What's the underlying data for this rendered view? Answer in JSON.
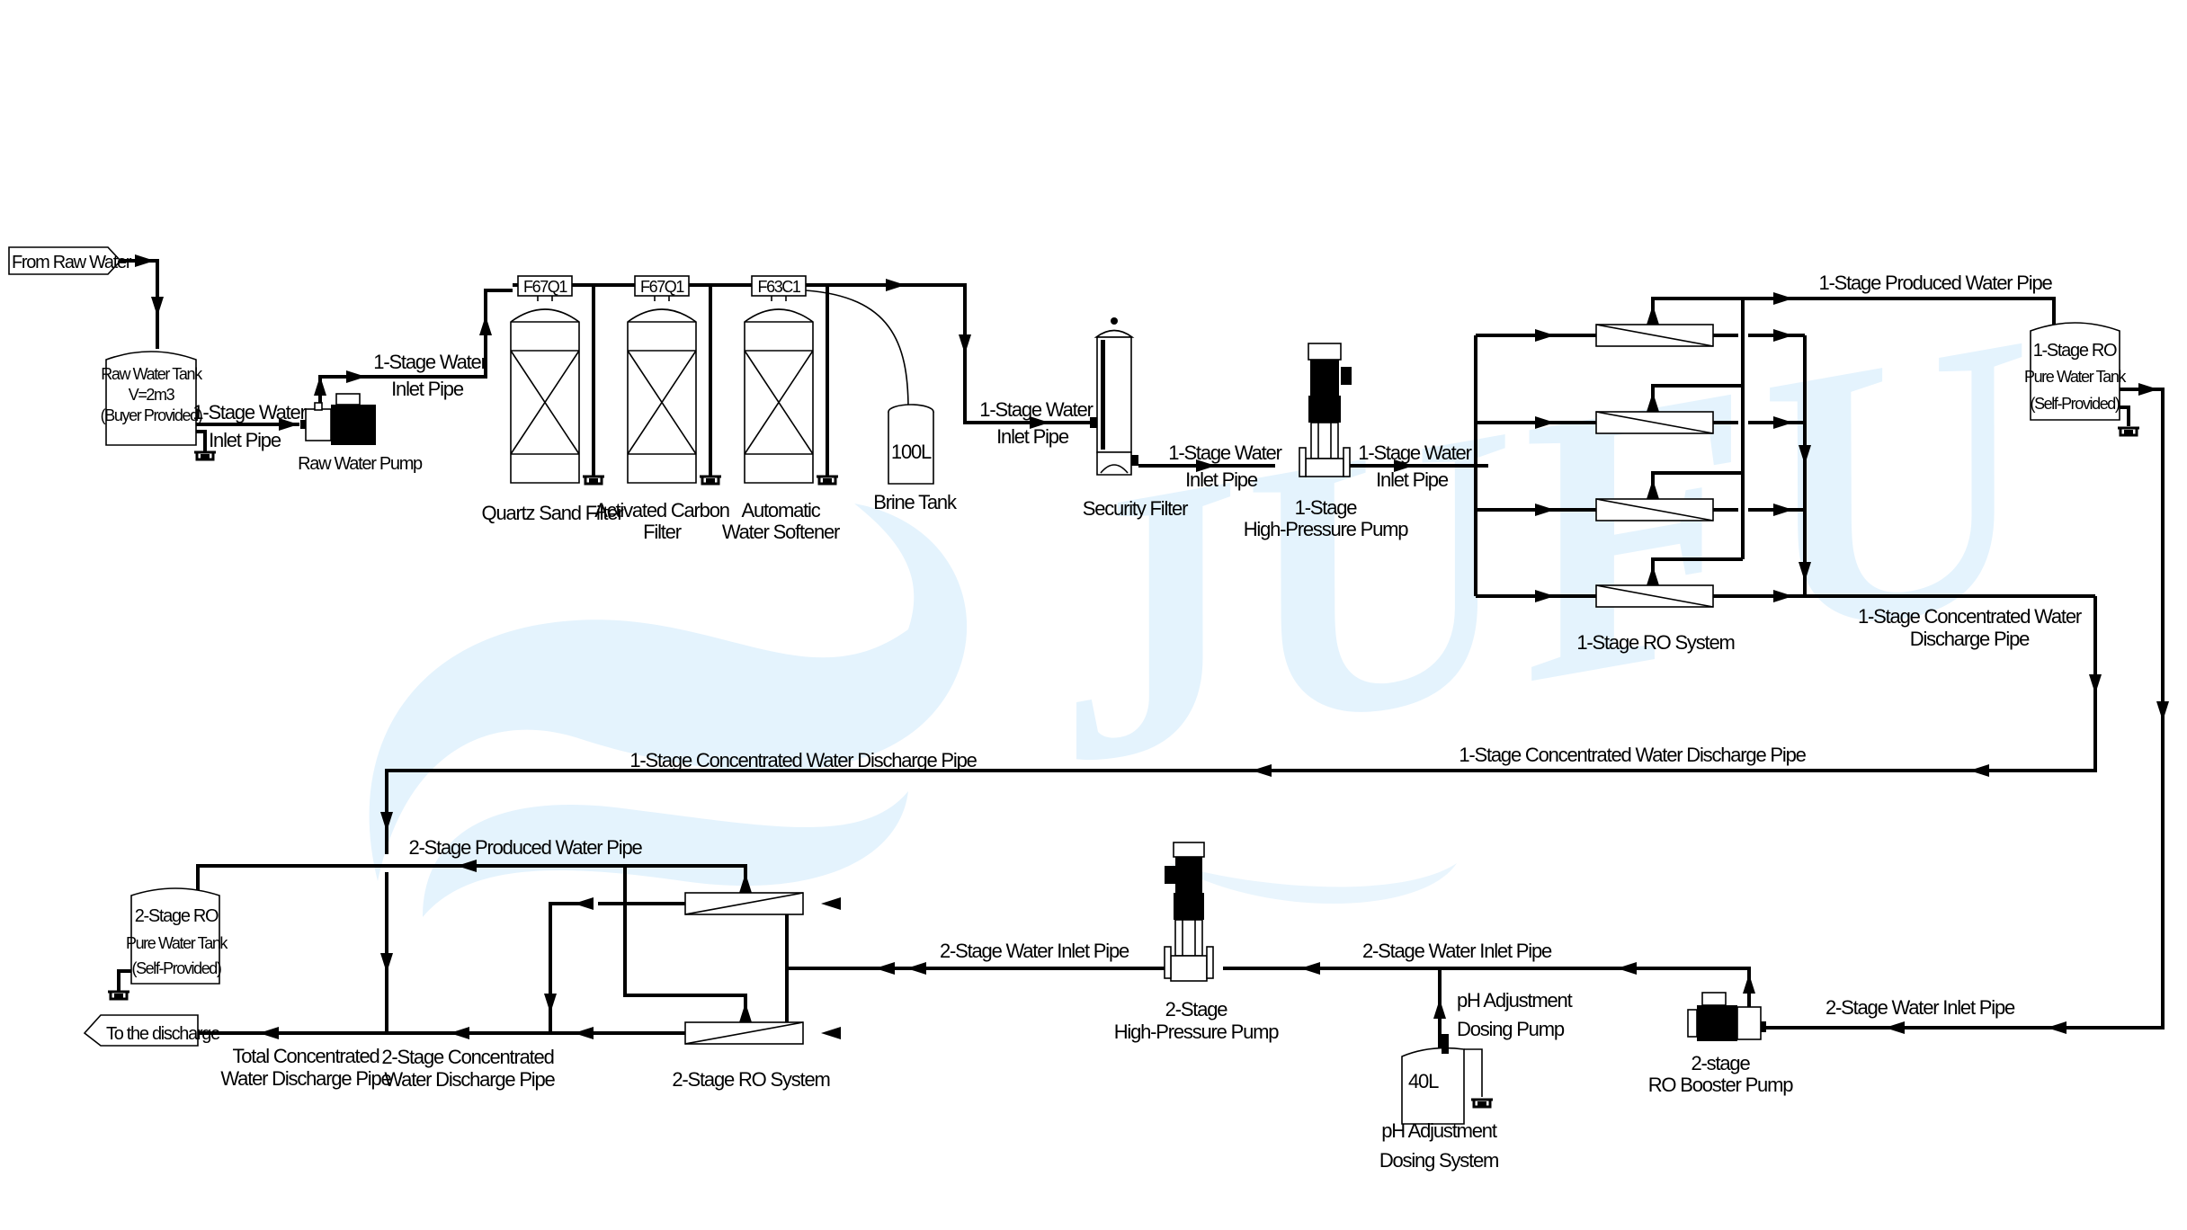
{
  "watermark": {
    "text": "JUFU",
    "color": "#e4f3fd"
  },
  "terminals": {
    "source": "From Raw Water",
    "discharge": "To the discharge"
  },
  "equipment": {
    "raw_water_tank": [
      "Raw Water Tank",
      "V=2m3",
      "(Buyer Provided)"
    ],
    "raw_water_pump": "Raw Water Pump",
    "filter_valves": [
      "F67Q1",
      "F67Q1",
      "F63C1"
    ],
    "quartz_sand_filter": [
      "Quartz Sand Filter"
    ],
    "activated_carbon_filter": [
      "Activated Carbon",
      "Filter"
    ],
    "water_softener": [
      "Automatic",
      "Water Softener"
    ],
    "brine_tank_volume": "100L",
    "brine_tank": "Brine Tank",
    "security_filter": "Security Filter",
    "hp_pump_1": [
      "1-Stage",
      "High-Pressure Pump"
    ],
    "ro_system_1": "1-Stage RO System",
    "ro_tank_1": [
      "1-Stage  RO",
      "Pure Water Tank",
      "(Self-Provided)"
    ],
    "booster_pump_2": [
      "2-stage",
      "RO Booster Pump"
    ],
    "ph_pump": [
      "pH  Adjustment",
      "Dosing Pump"
    ],
    "ph_tank_volume": "40L",
    "ph_system": [
      "pH  Adjustment",
      "Dosing System"
    ],
    "hp_pump_2": [
      "2-Stage",
      "High-Pressure Pump"
    ],
    "ro_system_2": "2-Stage RO System",
    "ro_tank_2": [
      "2-Stage  RO",
      "Pure Water Tank",
      "(Self-Provided)"
    ]
  },
  "pipes": {
    "inlet_1a": [
      "1-Stage Water",
      "Inlet Pipe"
    ],
    "inlet_1b": [
      "1-Stage Water",
      "Inlet Pipe"
    ],
    "inlet_1c": [
      "1-Stage Water",
      "Inlet Pipe"
    ],
    "inlet_1d": [
      "1-Stage Water",
      "Inlet Pipe"
    ],
    "inlet_1e": [
      "1-Stage Water",
      "Inlet Pipe"
    ],
    "produced_1": "1-Stage Produced Water Pipe",
    "concentrate_1_right": [
      "1-Stage Concentrated Water",
      "Discharge Pipe"
    ],
    "concentrate_1_mid": "1-Stage Concentrated Water Discharge Pipe",
    "concentrate_1_left": "1-Stage Concentrated Water Discharge Pipe",
    "inlet_2a": "2-Stage Water Inlet Pipe",
    "inlet_2b": "2-Stage Water Inlet Pipe",
    "inlet_2c": "2-Stage Water Inlet Pipe",
    "produced_2": "2-Stage Produced Water Pipe",
    "concentrate_2": [
      "2-Stage Concentrated",
      "Water Discharge Pipe"
    ],
    "total_concentrate": [
      "Total Concentrated",
      "Water Discharge Pipe"
    ]
  }
}
